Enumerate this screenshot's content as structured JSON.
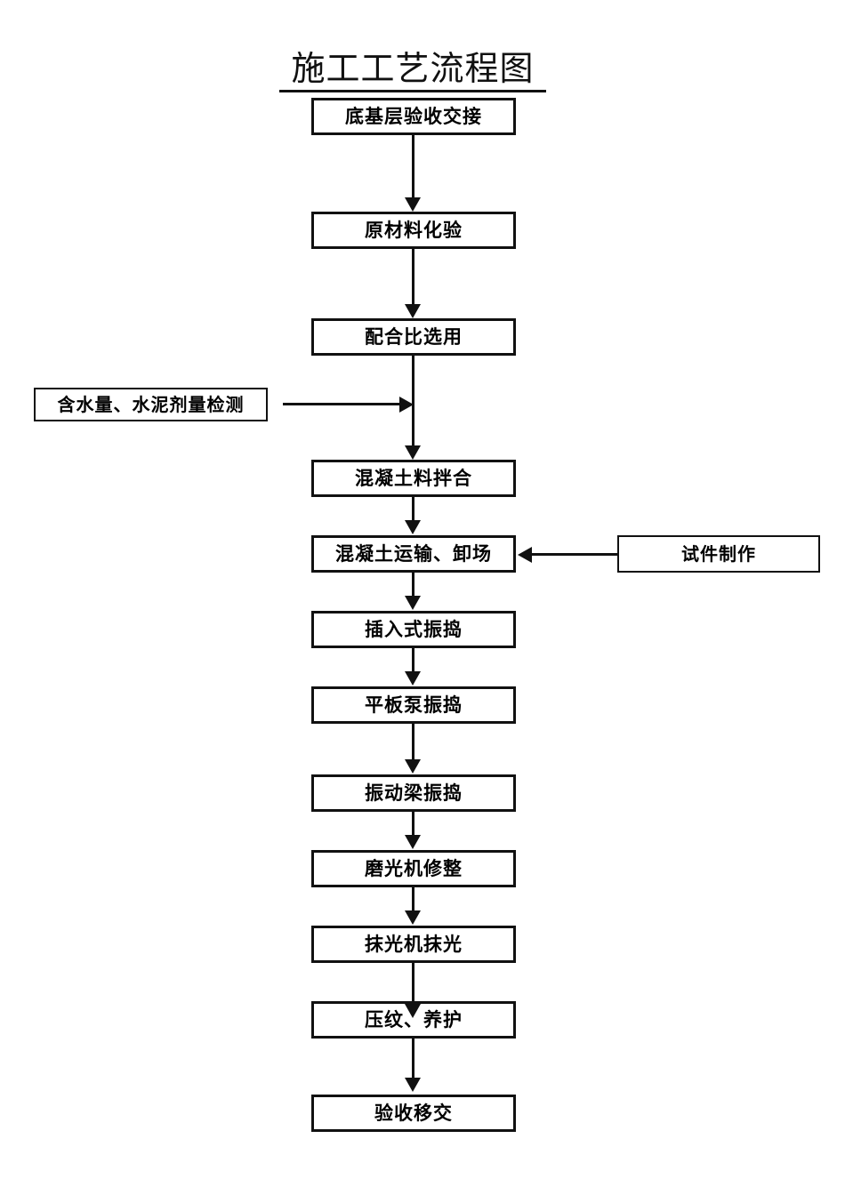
{
  "document": {
    "title": "施工工艺流程图",
    "title_underlined": true,
    "line_color": "#111111",
    "background": "#ffffff"
  },
  "flow": {
    "main_nodes": [
      {
        "id": "node-1",
        "label": "底基层验收交接"
      },
      {
        "id": "node-2",
        "label": "原材料化验"
      },
      {
        "id": "node-3",
        "label": "配合比选用"
      },
      {
        "id": "node-4",
        "label": "混凝土料拌合"
      },
      {
        "id": "node-5",
        "label": "混凝土运输、卸场"
      },
      {
        "id": "node-6",
        "label": "插入式振捣"
      },
      {
        "id": "node-7",
        "label": "平板泵振捣"
      },
      {
        "id": "node-8",
        "label": "振动梁振捣"
      },
      {
        "id": "node-9",
        "label": "磨光机修整"
      },
      {
        "id": "node-10",
        "label": "抹光机抹光"
      },
      {
        "id": "node-11",
        "label": "压纹、养护"
      },
      {
        "id": "node-12",
        "label": "验收移交"
      }
    ],
    "side_nodes": [
      {
        "id": "side-left",
        "label": "含水量、水泥剂量检测",
        "side": "left",
        "connects_to": "配合比选用 → 混凝土料拌合"
      },
      {
        "id": "side-right",
        "label": "试件制作",
        "side": "right",
        "connects_to": "混凝土运输、卸场"
      }
    ]
  }
}
